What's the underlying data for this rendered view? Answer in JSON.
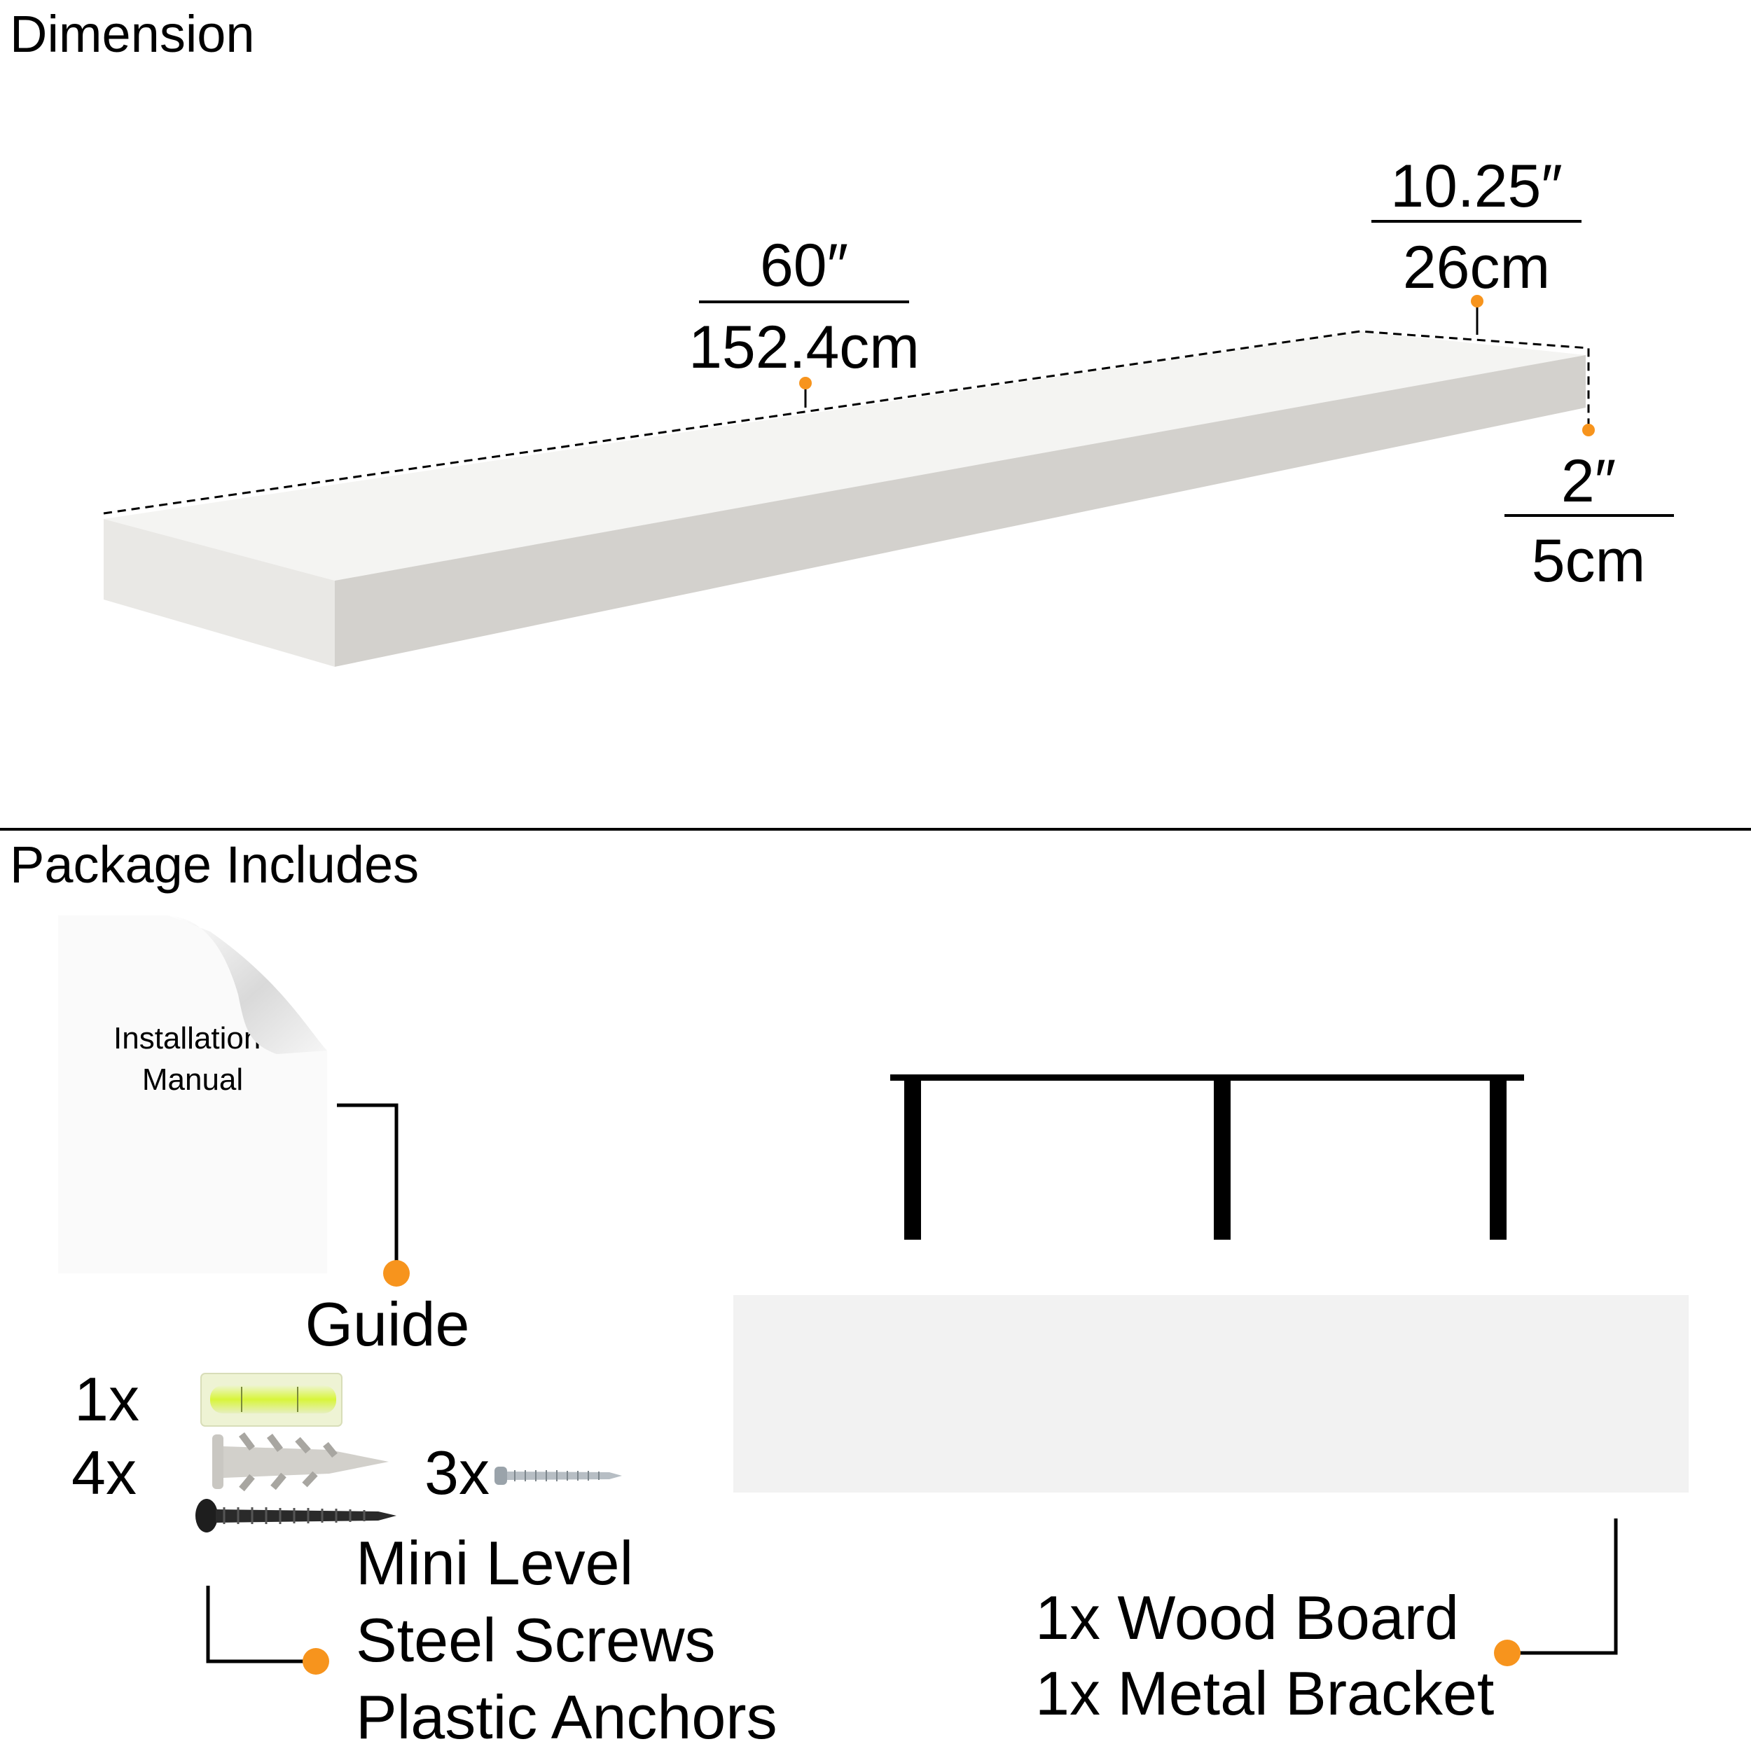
{
  "sections": {
    "dimension_title": "Dimension",
    "package_title": "Package Includes"
  },
  "dimensions": {
    "length": {
      "imperial": "60″",
      "metric": "152.4cm"
    },
    "depth": {
      "imperial": "10.25″",
      "metric": "26cm"
    },
    "thickness": {
      "imperial": "2″",
      "metric": "5cm"
    }
  },
  "package": {
    "manual": {
      "line1": "Installation",
      "line2": "Manual",
      "label": "Guide"
    },
    "hardware": {
      "level_qty": "1x",
      "anchor_qty": "4x",
      "screw_qty": "3x",
      "labels": [
        "Mini Level",
        "Steel Screws",
        "Plastic Anchors"
      ]
    },
    "main_parts": {
      "labels": [
        "1x Wood Board",
        "1x Metal Bracket"
      ]
    }
  },
  "colors": {
    "accent": "#f7941d",
    "board": "#f2f2f2",
    "line": "#000000"
  }
}
